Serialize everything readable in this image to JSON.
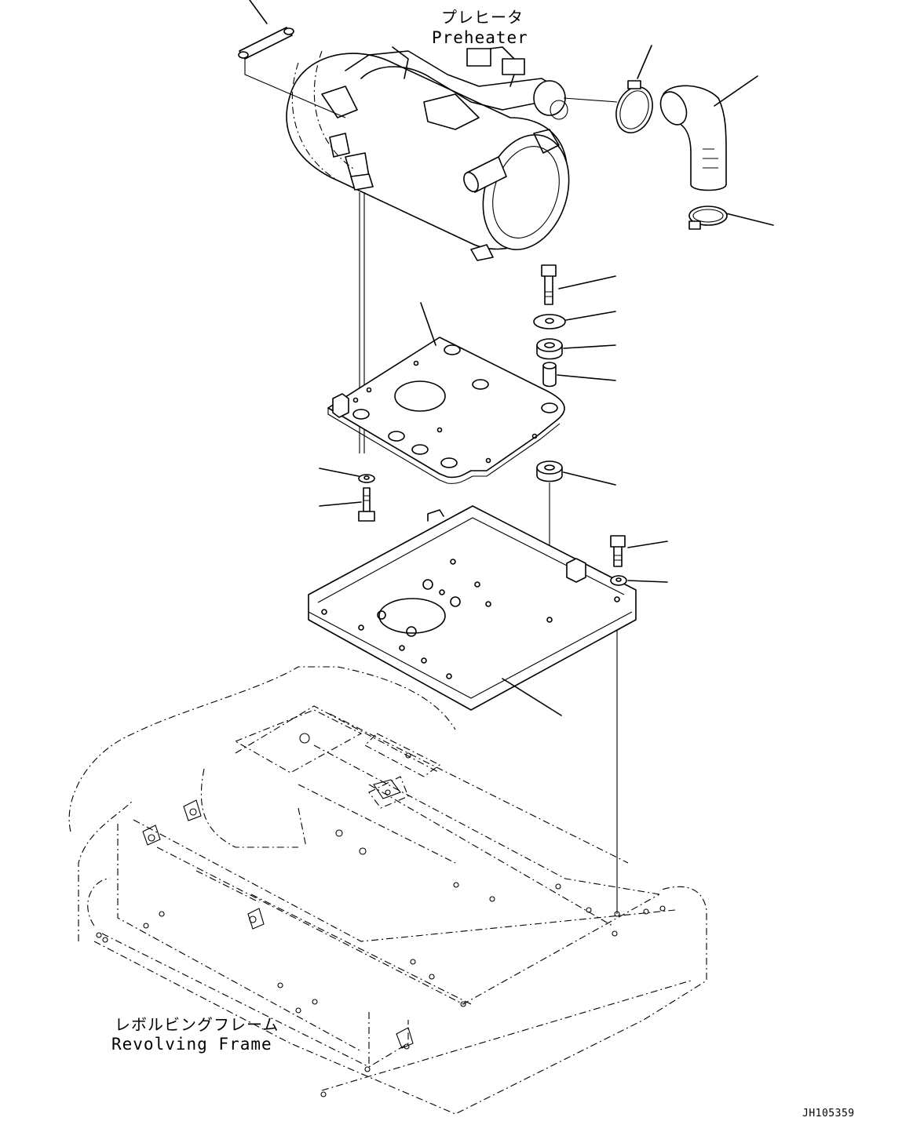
{
  "labels": {
    "preheater_jp": "プレヒータ",
    "preheater_en": "Preheater",
    "frame_jp": "レボルビングフレーム",
    "frame_en": "Revolving Frame",
    "drawing_code": "JH105359"
  }
}
